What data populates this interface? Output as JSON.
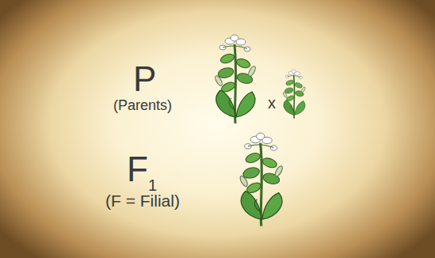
{
  "diagram": {
    "labels": [
      "P",
      "(Parents)",
      "x",
      "F",
      "1",
      "(F = Filial)"
    ]
  }
}
